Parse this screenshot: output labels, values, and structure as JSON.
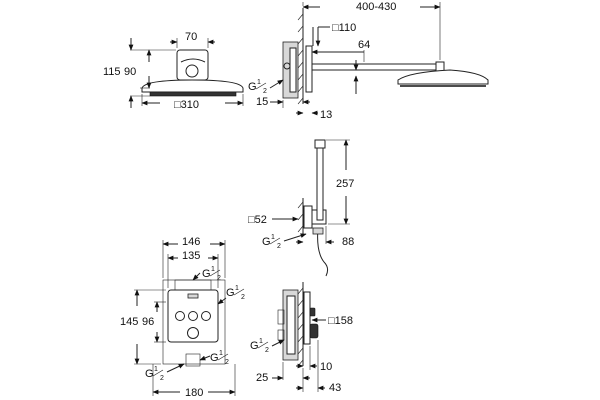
{
  "head_shower_front": {
    "width_top": "70",
    "height_outer": "115",
    "height_inner": "90",
    "width_bottom": "□310"
  },
  "head_shower_side": {
    "projection": "400-430",
    "plate": "□110",
    "arm": "64",
    "thread_g": "G",
    "thread_frac_num": "1",
    "thread_frac_den": "2",
    "wall_depth": "15",
    "offset": "13"
  },
  "hand_shower": {
    "height": "257",
    "plate": "□52",
    "thread_g": "G",
    "thread_frac_num": "1",
    "thread_frac_den": "2",
    "depth": "88"
  },
  "thermostat_front": {
    "width_outer": "146",
    "width_inner": "135",
    "height_outer": "145",
    "height_inner": "96",
    "width_bottom": "180",
    "thread_g": "G",
    "thread_frac_num": "1",
    "thread_frac_den": "2"
  },
  "thermostat_side": {
    "plate": "□158",
    "thread_g": "G",
    "thread_frac_num": "1",
    "thread_frac_den": "2",
    "depth_a": "25",
    "depth_b": "10",
    "depth_c": "43"
  }
}
